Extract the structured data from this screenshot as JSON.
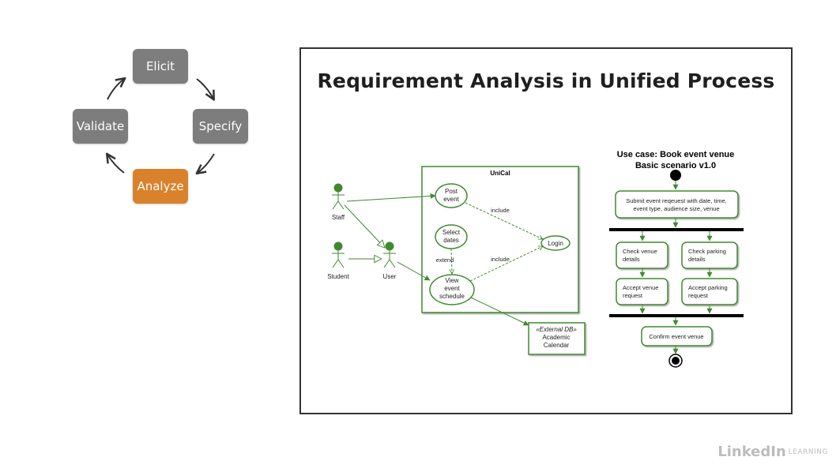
{
  "cycle": {
    "elicit": "Elicit",
    "specify": "Specify",
    "analyze": "Analyze",
    "validate": "Validate",
    "colors": {
      "inactive": "#7d7d7d",
      "active": "#d9822b"
    }
  },
  "slide": {
    "title": "Requirement Analysis in Unified Process"
  },
  "use_case_diagram": {
    "system": "UniCal",
    "actors": {
      "staff": "Staff",
      "student": "Student",
      "user": "User"
    },
    "use_cases": {
      "post_event": [
        "Post",
        "event"
      ],
      "select_dates": [
        "Select",
        "dates"
      ],
      "login": "Login",
      "view_schedule": [
        "View",
        "event",
        "schedule"
      ]
    },
    "relations": {
      "include_1": "include",
      "include_2": "include",
      "extend": "extend"
    },
    "external": {
      "stereotype": "«External DB»",
      "line1": "Academic",
      "line2": "Calendar"
    },
    "color": "#3f8a2f"
  },
  "activity_diagram": {
    "title_line1": "Use case: Book event venue",
    "title_line2": "Basic scenario v1.0",
    "submit": [
      "Submit event reqeuest with date, time,",
      "event type, audience size, venue"
    ],
    "check_venue": [
      "Check venue",
      "details"
    ],
    "check_parking": [
      "Check parking",
      "details"
    ],
    "accept_venue": [
      "Accept venue",
      "request"
    ],
    "accept_parking": [
      "Accept parking",
      "request"
    ],
    "confirm": "Confirm event venue"
  },
  "watermark": {
    "brand": "LinkedIn",
    "sub": "LEARNING"
  }
}
